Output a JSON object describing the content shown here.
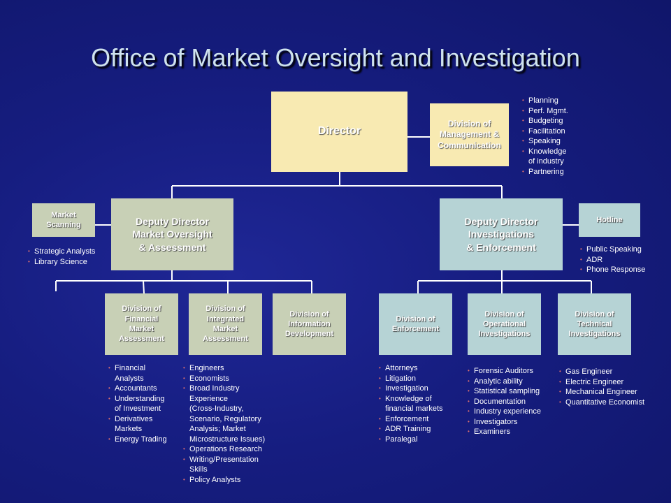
{
  "title": "Office of Market Oversight and Investigation",
  "director": "Director",
  "management_division": "Division of\nManagement &\nCommunication",
  "management_notes": [
    "Planning",
    "Perf. Mgmt.",
    "Budgeting",
    "Facilitation",
    "Speaking",
    "Knowledge\nof industry",
    "Partnering"
  ],
  "market_scanning": "Market\nScanning",
  "market_scanning_notes": [
    "Strategic Analysts",
    "Library Science"
  ],
  "deputy_oversight": "Deputy Director\nMarket Oversight\n& Assessment",
  "deputy_investigations": "Deputy Director\nInvestigations\n& Enforcement",
  "hotline": "Hotline",
  "hotline_notes": [
    "Public Speaking",
    "ADR",
    "Phone Response"
  ],
  "divisions": {
    "financial": "Division of\nFinancial\nMarket\nAssessment",
    "integrated": "Division of\nIntegrated\nMarket\nAssessment",
    "information": "Division of\nInformation\nDevelopment",
    "enforcement": "Division of\nEnforcement",
    "operational": "Division of\nOperational\nInvestigations",
    "technical": "Division of\nTechnical\nInvestigations"
  },
  "division_notes": {
    "financial": [
      "Financial\nAnalysts",
      "Accountants",
      "Understanding\nof Investment",
      "Derivatives\nMarkets",
      "Energy Trading"
    ],
    "integrated": [
      "Engineers",
      "Economists",
      "Broad Industry\nExperience\n(Cross-Industry,\nScenario, Regulatory\nAnalysis; Market\nMicrostructure Issues)",
      "Operations Research",
      "Writing/Presentation\nSkills",
      "Policy Analysts"
    ],
    "enforcement": [
      "Attorneys",
      "Litigation",
      "Investigation",
      "Knowledge of\nfinancial markets",
      "Enforcement",
      "ADR Training",
      "Paralegal"
    ],
    "operational": [
      "Forensic Auditors",
      "Analytic ability",
      "Statistical sampling",
      "Documentation",
      "Industry experience",
      "Investigators",
      "Examiners"
    ],
    "technical": [
      "Gas Engineer",
      "Electric Engineer",
      "Mechanical Engineer",
      "Quantitative Economist"
    ]
  },
  "colors": {
    "background": "#161d80",
    "title": "#cfe3ee",
    "cream_box": "#f8eab2",
    "tan_box": "#c8d0b6",
    "teal_box": "#b6d3d5",
    "bullet": "#e07070",
    "connector": "#ffffff"
  }
}
